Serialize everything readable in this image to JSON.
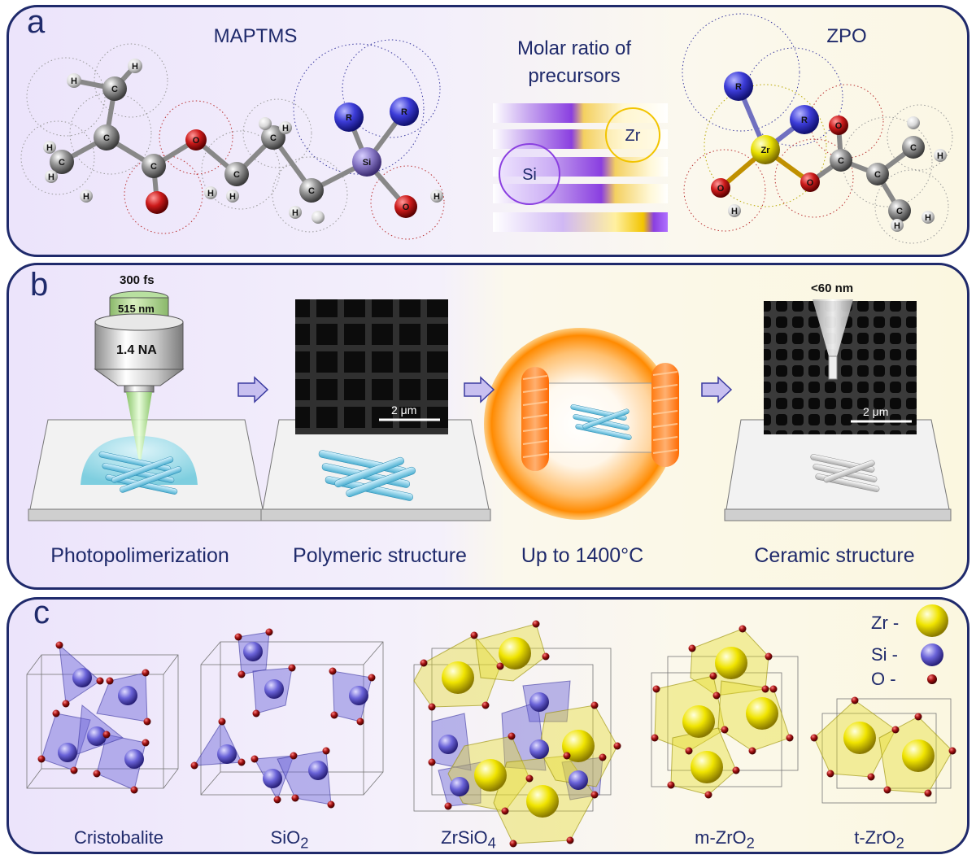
{
  "panel_a": {
    "letter": "a",
    "left_molecule_title": "MAPTMS",
    "center_title": "Molar ratio of precursors",
    "right_molecule_title": "ZPO",
    "circle_si": "Si",
    "circle_zr": "Zr",
    "atom_h": "H",
    "atom_c": "C",
    "atom_o": "O",
    "atom_r": "R",
    "atom_si": "Si",
    "atom_zr": "Zr"
  },
  "panel_b": {
    "letter": "b",
    "pulse_label": "300 fs",
    "wavelength_label": "515 nm",
    "na_label": "1.4 NA",
    "resolution_label": "<60 nm",
    "scale_bar_1": "2 μm",
    "scale_bar_2": "2 μm",
    "captions": [
      "Photopolimerization",
      "Polymeric structure",
      "Up to 1400°C",
      "Ceramic structure"
    ]
  },
  "panel_c": {
    "letter": "c",
    "legend": {
      "zr": "Zr -",
      "si": "Si -",
      "o": "O -"
    },
    "structures": [
      {
        "name": "Cristobalite",
        "sub": ""
      },
      {
        "name": "SiO",
        "sub": "2"
      },
      {
        "name": "ZrSiO",
        "sub": "4"
      },
      {
        "name": "m-ZrO",
        "sub": "2"
      },
      {
        "name": "t-ZrO",
        "sub": "2"
      }
    ]
  },
  "colors": {
    "frame": "#1f2a6b",
    "si": "#6a63d8",
    "zr": "#e6d800",
    "o": "#8c1010",
    "violet": "#8a3fe0",
    "gold": "#f2c400"
  }
}
